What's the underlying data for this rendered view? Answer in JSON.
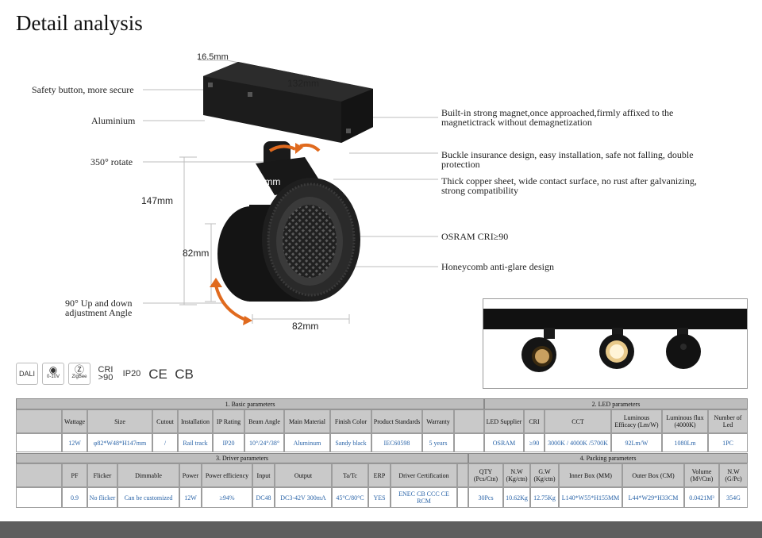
{
  "title": "Detail analysis",
  "features": [
    "Safety button, more secure",
    "Aluminium",
    "350° rotate",
    "90° Up and down adjustment Angle",
    "Built-in strong magnet,once approached,firmly affixed to the magnetictrack without demagnetization",
    "Buckle insurance design, easy installation, safe not falling, double protection",
    "Thick copper sheet, wide contact surface, no rust after galvanizing, strong compatibility",
    "OSRAM CRI≥90",
    "Honeycomb anti-glare design"
  ],
  "dimensions": {
    "d165": "16.5mm",
    "d132": "132mm",
    "d147": "147mm",
    "d48": "48mm",
    "d82v": "82mm",
    "d82h": "82mm"
  },
  "cert_icons": [
    "DALI",
    "0-10V",
    "ZigBee",
    "CRI >90",
    "IP20",
    "CE",
    "CB"
  ],
  "basic": {
    "title": "1. Basic parameters",
    "headers": [
      "Wattage",
      "Size",
      "Cutout",
      "Installation",
      "IP Rating",
      "Beam Angle",
      "Main Material",
      "Finish Color",
      "Product Standards",
      "Warranty"
    ],
    "values": [
      "12W",
      "φ82*W48*H147mm",
      "/",
      "Rail track",
      "IP20",
      "10°/24°/38°",
      "Aluminum",
      "Sandy black",
      "IEC60598",
      "5 years"
    ]
  },
  "led": {
    "title": "2. LED parameters",
    "headers": [
      "LED Supplier",
      "CRI",
      "CCT",
      "Luminous Efficacy (Lm/W)",
      "Luminous flux (4000K)",
      "Number of Led"
    ],
    "values": [
      "OSRAM",
      "≥90",
      "3000K / 4000K /5700K",
      "92Lm/W",
      "1080Lm",
      "1PC"
    ]
  },
  "driver": {
    "title": "3. Driver parameters",
    "headers": [
      "PF",
      "Flicker",
      "Dimmable",
      "Power",
      "Power efficiency",
      "Input",
      "Output",
      "Ta/Tc",
      "ERP",
      "Driver Certification"
    ],
    "values": [
      "0.9",
      "No flicker",
      "Can be customized",
      "12W",
      "≥94%",
      "DC48",
      "DC3-42V 300mA",
      "45°C/80°C",
      "YES",
      "ENEC CB CCC CE RCM"
    ]
  },
  "packing": {
    "title": "4. Packing parameters",
    "headers": [
      "QTY (Pcs/Ctn)",
      "N.W (Kg/ctn)",
      "G.W (Kg/ctn)",
      "Inner Box (MM)",
      "Outer Box (CM)",
      "Volume (M³/Ctn)",
      "N.W (G/Pc)"
    ],
    "values": [
      "30Pcs",
      "10.62Kg",
      "12.75Kg",
      "L140*W55*H155MM",
      "L44*W29*H33CM",
      "0.0421M³",
      "354G"
    ]
  },
  "colors": {
    "header_gray": "#bdbdbd",
    "value_blue": "#2a64a8",
    "accent_orange": "#e06a1e",
    "footer": "#5e5e5e"
  }
}
